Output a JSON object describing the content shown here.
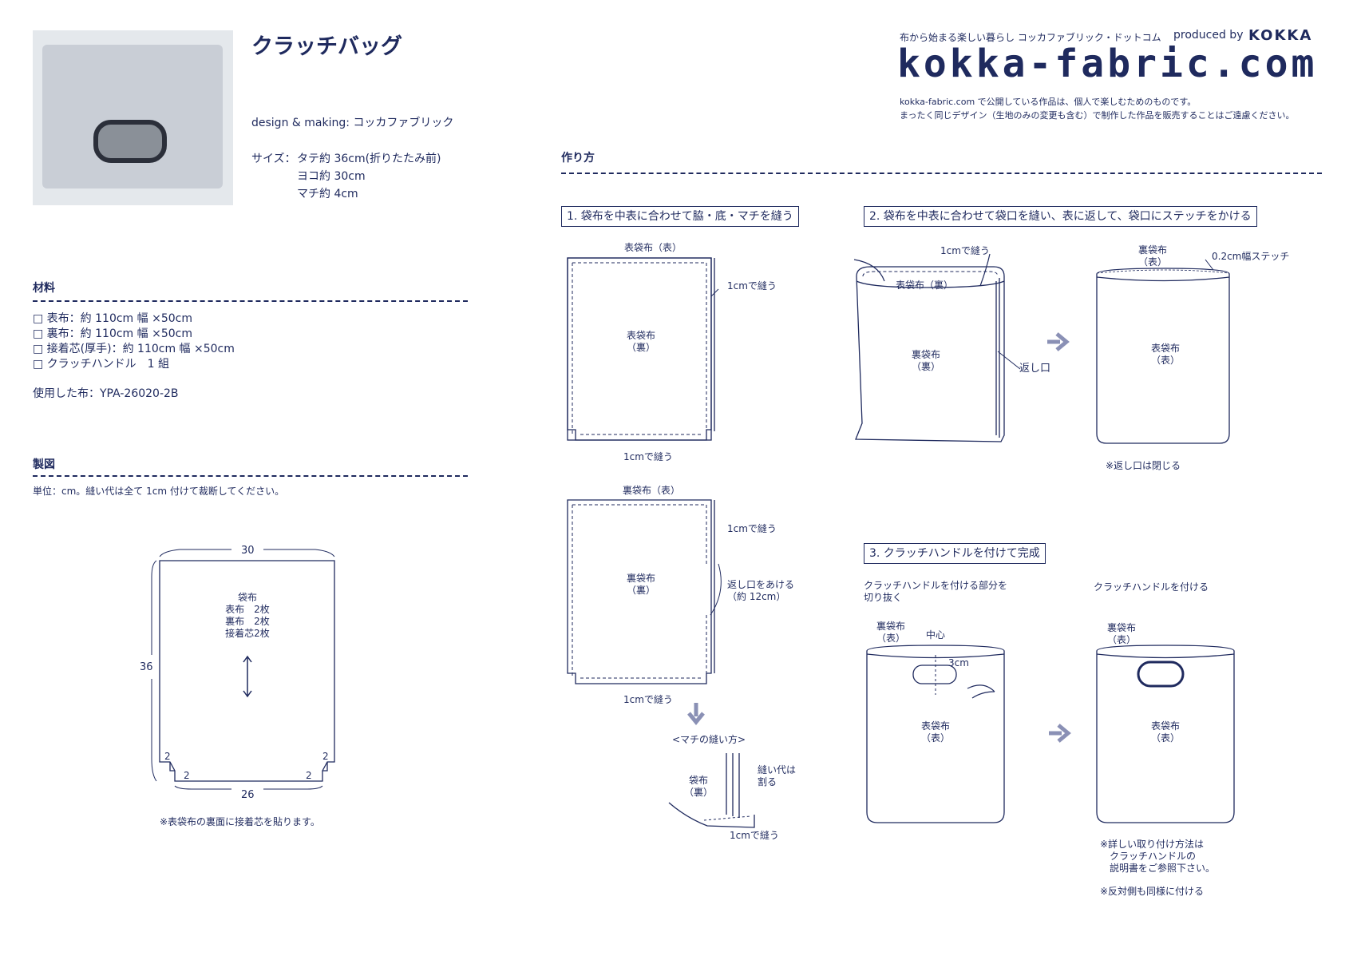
{
  "header": {
    "title": "クラッチバッグ",
    "design_making": "design & making: コッカファブリック",
    "size_label": "サイズ：",
    "size_lines": [
      "タテ約 36cm(折りたたみ前)",
      "ヨコ約 30cm",
      "マチ約 4cm"
    ]
  },
  "brand": {
    "tagline": "布から始まる楽しい暮らし コッカファブリック・ドットコム",
    "produced_by": "produced by",
    "kokka": "KOKKA",
    "logo_text": "kokka-fabric.com",
    "notice_line1": "kokka-fabric.com で公開している作品は、個人で楽しむためのものです。",
    "notice_line2": "まったく同じデザイン（生地のみの変更も含む）で制作した作品を販売することはご遠慮ください。"
  },
  "materials": {
    "heading": "材料",
    "items": [
      "□ 表布：約 110cm 幅 ×50cm",
      "□ 裏布：約 110cm 幅 ×50cm",
      "□ 接着芯(厚手)：約 110cm 幅 ×50cm",
      "□ クラッチハンドル　1 組"
    ],
    "fabric_used": "使用した布：YPA-26020-2B"
  },
  "pattern": {
    "heading": "製図",
    "unit_note": "単位：cm。縫い代は全て 1cm 付けて裁断してください。",
    "top_width": "30",
    "height": "36",
    "bottom_width": "26",
    "corner_2": "2",
    "piece_label": "袋布\n表布　2枚\n裏布　2枚\n接着芯2枚",
    "interfacing_note": "※表袋布の裏面に接着芯を貼ります。"
  },
  "howto": {
    "heading": "作り方",
    "step1": {
      "title": "1. 袋布を中表に合わせて脇・底・マチを縫う",
      "outer_top_label": "表袋布（表）",
      "outer_side_label": "1cmで縫う",
      "outer_center_label": "表袋布\n（裏）",
      "outer_bottom_label": "1cmで縫う",
      "lining_top_label": "裏袋布（表）",
      "lining_side_label": "1cmで縫う",
      "lining_opening_label": "返し口をあける\n（約 12cm）",
      "lining_center_label": "裏袋布\n（裏）",
      "lining_bottom_label": "1cmで縫う",
      "gusset_heading": "<マチの縫い方>",
      "gusset_bag_label": "袋布\n（裏）",
      "gusset_split_label": "縫い代は\n割る",
      "gusset_sew_label": "1cmで縫う"
    },
    "step2": {
      "title": "2. 袋布を中表に合わせて袋口を縫い、表に返して、袋口にステッチをかける",
      "sew_label": "1cmで縫う",
      "outer_inside_label": "表袋布（裏）",
      "lining_center_label": "裏袋布\n（裏）",
      "opening_label": "返し口",
      "lining_top_label": "裏袋布\n（表）",
      "stitch_label": "0.2cm幅ステッチ",
      "outer_center_label": "表袋布\n（表）",
      "close_note": "※返し口は閉じる"
    },
    "step3": {
      "title": "3. クラッチハンドルを付けて完成",
      "cut_caption": "クラッチハンドルを付ける部分を\n切り抜く",
      "attach_caption": "クラッチハンドルを付ける",
      "lining_label": "裏袋布\n（表）",
      "center_label": "中心",
      "offset_label": "3cm",
      "outer_label": "表袋布\n（表）",
      "lining_label_2": "裏袋布\n（表）",
      "outer_label_2": "表袋布\n（表）",
      "detail_note": "※詳しい取り付け方法は\n　クラッチハンドルの\n　説明書をご参照下さい。",
      "other_side_note": "※反対側も同様に付ける"
    }
  }
}
